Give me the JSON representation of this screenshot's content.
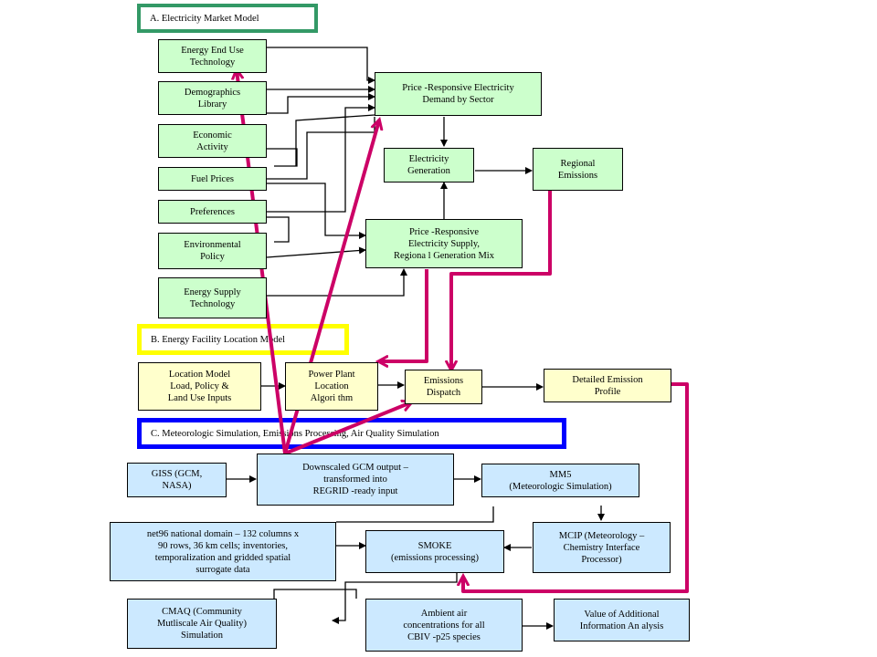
{
  "sections": {
    "a": "A. Electricity  Market Model",
    "b": "B. Energy Facility Location  Model",
    "c": "C. Meteorologic Simulation, Emissions Processing, Air Quality Simulation"
  },
  "market": {
    "energy_end_use": "Energy End Use\nTechnology",
    "demographics": "Demographics\nLibrary",
    "economic": "Economic\nActivity",
    "fuel_prices": "Fuel Prices",
    "preferences": "Preferences",
    "environmental": "Environmental\nPolicy",
    "energy_supply": "Energy Supply\nTechnology",
    "price_demand": "Price  -Responsive Electricity\nDemand by Sector",
    "electricity_generation": "Electricity\nGeneration",
    "regional_emissions": "Regional\nEmissions",
    "price_supply": "Price  -Responsive\nElectricity  Supply,\nRegiona  l Generation  Mix"
  },
  "location": {
    "inputs": "Location Model\nLoad, Policy &\nLand Use Inputs",
    "algorithm": "Power Plant\nLocation\nAlgori  thm",
    "emissions_dispatch": "Emissions\nDispatch",
    "detailed_profile": "Detailed  Emission\nProfile"
  },
  "meteo": {
    "giss": "GISS (GCM,\nNASA)",
    "downscaled": "Downscaled GCM output        –\ntransformed into\nREGRID   -ready input",
    "mm5": "MM5\n(Meteorologic  Simulation)",
    "net96": "net96 national domain         – 132 columns x\n90 rows, 36 km cells; inventories,\ntemporalization  and gridded spatial\nsurrogate data",
    "smoke": "SMOKE\n(emissions processing)",
    "mcip": "MCIP (Meteorology       –\nChemistry    Interface\nProcessor)",
    "cmaq": "CMAQ (Community\nMutliscale  Air Quality)\nSimulation",
    "ambient": "Ambient air\nconcentrations   for all\nCBIV  -p25 species",
    "value": "Value of Additional\nInformation An      alysis"
  },
  "colors": {
    "section_a": "#339966",
    "section_b": "#ffff00",
    "section_c": "#0000ff",
    "green_box": "#ccffcc",
    "yellow_box": "#ffffcc",
    "blue_box": "#cce9ff",
    "feedback_arrow": "#cc0066"
  }
}
